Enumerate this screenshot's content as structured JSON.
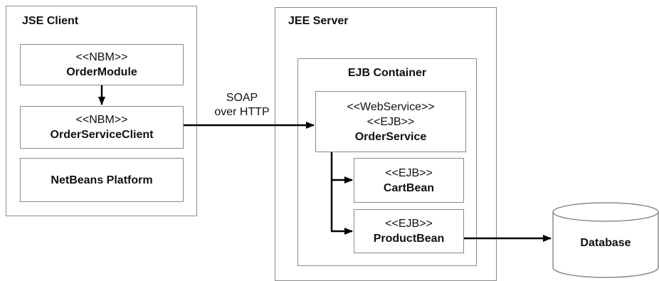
{
  "jse_client": {
    "title": "JSE Client",
    "order_module": {
      "stereotype": "<<NBM>>",
      "name": "OrderModule"
    },
    "order_service_client": {
      "stereotype": "<<NBM>>",
      "name": "OrderServiceClient"
    },
    "netbeans_platform": {
      "name": "NetBeans Platform"
    }
  },
  "jee_server": {
    "title": "JEE Server",
    "ejb_container": {
      "title": "EJB Container",
      "order_service": {
        "stereotype1": "<<WebService>>",
        "stereotype2": "<<EJB>>",
        "name": "OrderService"
      },
      "cart_bean": {
        "stereotype": "<<EJB>>",
        "name": "CartBean"
      },
      "product_bean": {
        "stereotype": "<<EJB>>",
        "name": "ProductBean"
      }
    }
  },
  "soap_link": {
    "line1": "SOAP",
    "line2": "over HTTP"
  },
  "database": {
    "name": "Database"
  }
}
